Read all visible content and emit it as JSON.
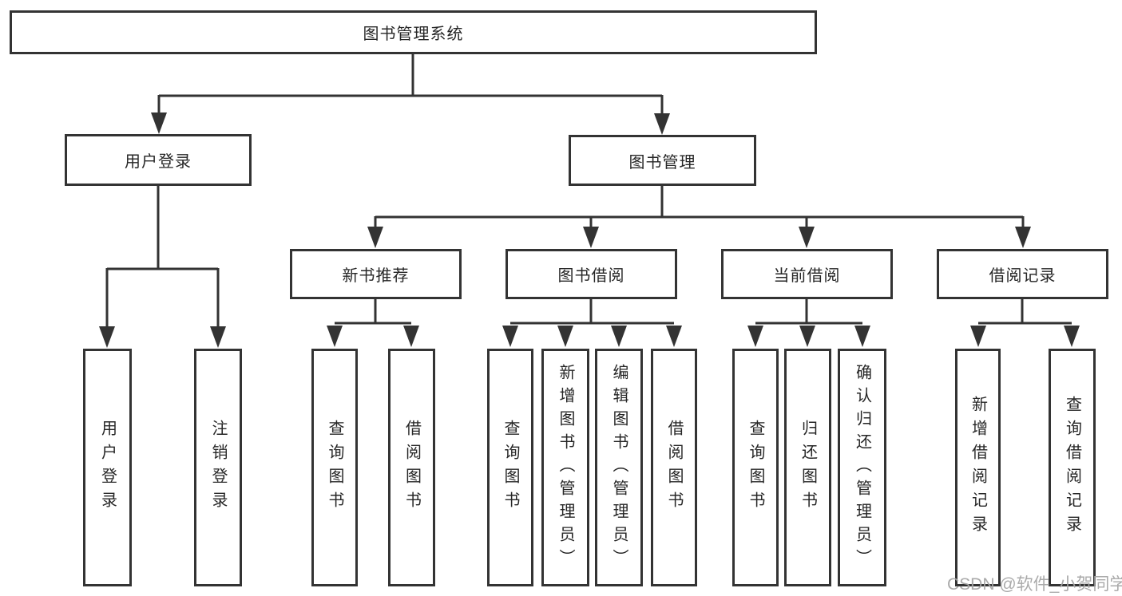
{
  "diagram": {
    "title": "图书管理系统",
    "branches": [
      {
        "label": "用户登录",
        "children": [
          {
            "label": "用户登录"
          },
          {
            "label": "注销登录"
          }
        ]
      },
      {
        "label": "图书管理",
        "children": [
          {
            "label": "新书推荐",
            "children": [
              {
                "label": "查询图书"
              },
              {
                "label": "借阅图书"
              }
            ]
          },
          {
            "label": "图书借阅",
            "children": [
              {
                "label": "查询图书"
              },
              {
                "label": "新增图书（管理员）"
              },
              {
                "label": "编辑图书（管理员）"
              },
              {
                "label": "借阅图书"
              }
            ]
          },
          {
            "label": "当前借阅",
            "children": [
              {
                "label": "查询图书"
              },
              {
                "label": "归还图书"
              },
              {
                "label": "确认归还（管理员）"
              }
            ]
          },
          {
            "label": "借阅记录",
            "children": [
              {
                "label": "新增借阅记录"
              },
              {
                "label": "查询借阅记录"
              }
            ]
          }
        ]
      }
    ]
  },
  "watermark": {
    "text": "CSDN @软件_小贺同学"
  },
  "colors": {
    "line": "#333333",
    "text": "#262626",
    "watermark": "#a5a5a5",
    "background": "#ffffff"
  }
}
